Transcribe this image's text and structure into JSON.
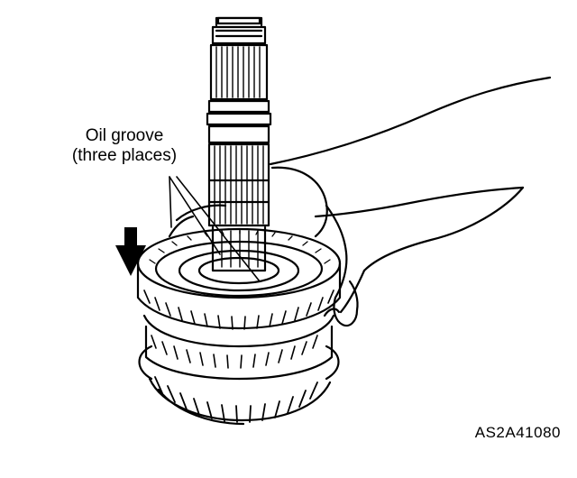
{
  "callout": {
    "line1": "Oil groove",
    "line2": "(three places)"
  },
  "figure_code": "AS2A41080",
  "icons": {
    "arrow": "arrow-down-icon"
  },
  "colors": {
    "ink": "#000000",
    "paper": "#ffffff"
  }
}
